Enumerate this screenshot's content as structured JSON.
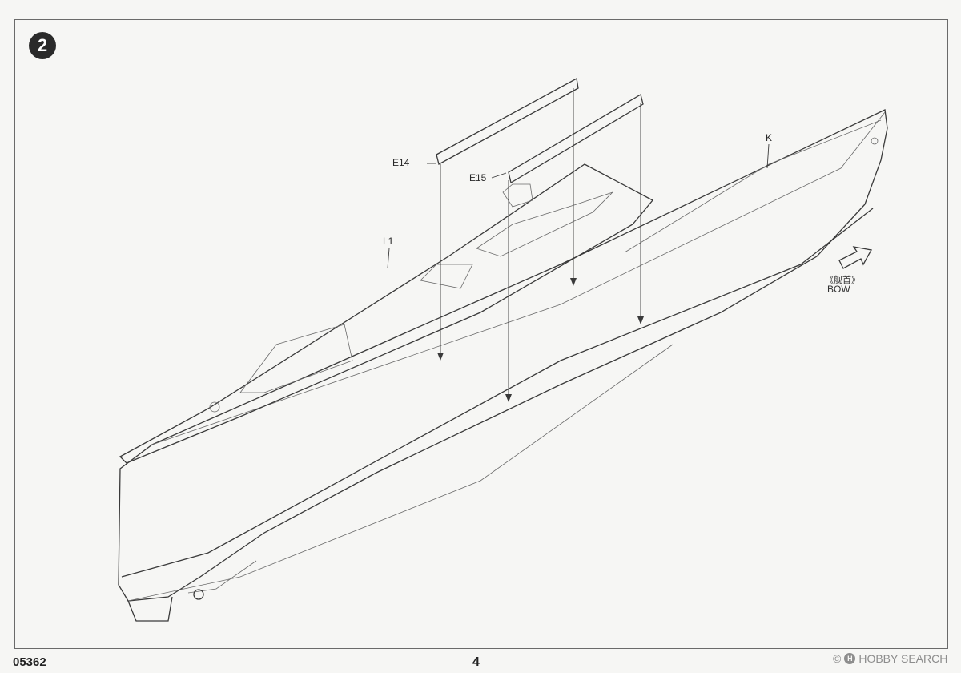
{
  "step": {
    "number": "2"
  },
  "parts": {
    "e14": "E14",
    "e15": "E15",
    "l1": "L1",
    "k": "K"
  },
  "bow": {
    "label_zh": "《舰首》",
    "label_en": "BOW"
  },
  "footer": {
    "model_code": "05362",
    "page_number": "4"
  },
  "watermark": {
    "logo": "H",
    "text": "HOBBY SEARCH",
    "copyright": "©"
  }
}
